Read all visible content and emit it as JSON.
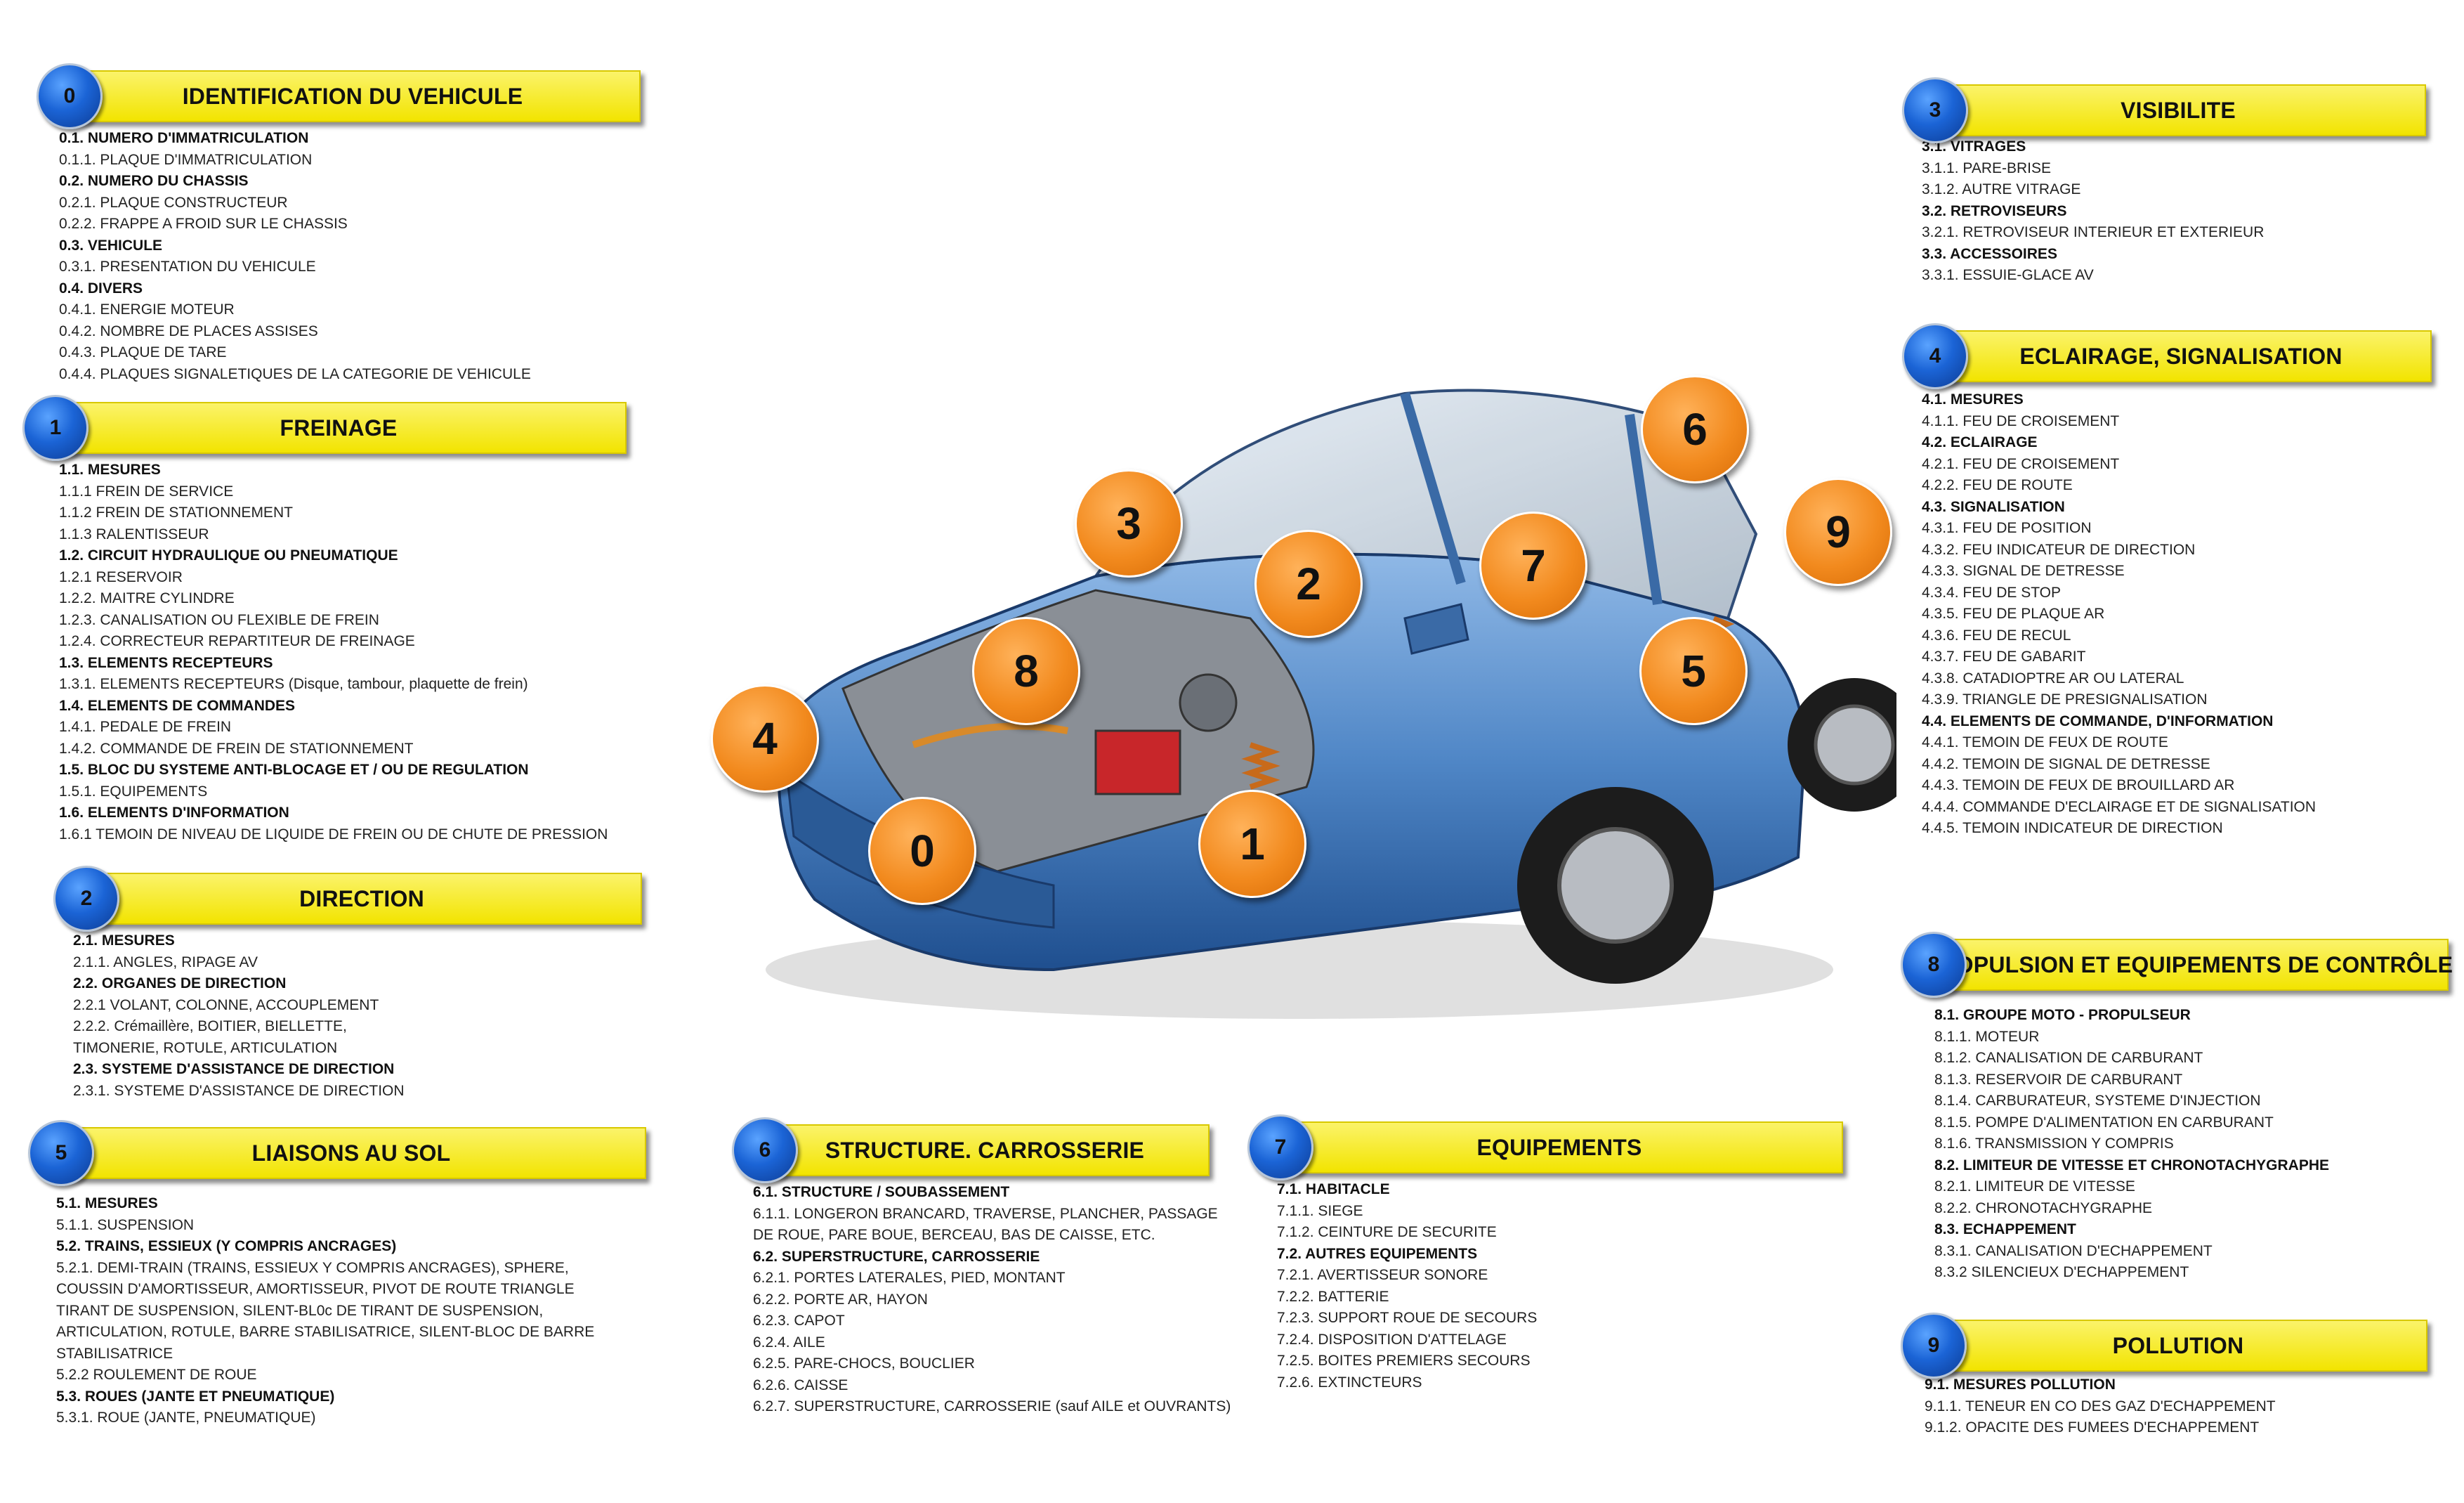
{
  "sections": [
    {
      "num": "0",
      "title": "IDENTIFICATION DU VEHICULE",
      "items": [
        {
          "t": "0.1. NUMERO D'IMMATRICULATION",
          "b": true
        },
        {
          "t": "0.1.1. PLAQUE D'IMMATRICULATION"
        },
        {
          "t": "0.2. NUMERO DU CHASSIS",
          "b": true
        },
        {
          "t": "0.2.1. PLAQUE CONSTRUCTEUR"
        },
        {
          "t": "0.2.2. FRAPPE A FROID SUR LE CHASSIS"
        },
        {
          "t": "0.3. VEHICULE",
          "b": true
        },
        {
          "t": "0.3.1. PRESENTATION DU VEHICULE"
        },
        {
          "t": "0.4. DIVERS",
          "b": true
        },
        {
          "t": "0.4.1. ENERGIE MOTEUR"
        },
        {
          "t": "0.4.2. NOMBRE DE PLACES ASSISES"
        },
        {
          "t": "0.4.3. PLAQUE DE TARE"
        },
        {
          "t": "0.4.4. PLAQUES SIGNALETIQUES DE LA CATEGORIE DE VEHICULE"
        }
      ]
    },
    {
      "num": "1",
      "title": "FREINAGE",
      "items": [
        {
          "t": "1.1. MESURES",
          "b": true
        },
        {
          "t": "1.1.1 FREIN DE SERVICE"
        },
        {
          "t": "1.1.2 FREIN DE STATIONNEMENT"
        },
        {
          "t": "1.1.3 RALENTISSEUR"
        },
        {
          "t": "1.2. CIRCUIT HYDRAULIQUE OU PNEUMATIQUE",
          "b": true
        },
        {
          "t": "1.2.1 RESERVOIR"
        },
        {
          "t": "1.2.2. MAITRE CYLINDRE"
        },
        {
          "t": "1.2.3. CANALISATION OU FLEXIBLE DE FREIN"
        },
        {
          "t": "1.2.4. CORRECTEUR REPARTITEUR DE FREINAGE"
        },
        {
          "t": "1.3. ELEMENTS RECEPTEURS",
          "b": true
        },
        {
          "t": "1.3.1. ELEMENTS RECEPTEURS (Disque, tambour, plaquette de frein)"
        },
        {
          "t": "1.4. ELEMENTS DE COMMANDES",
          "b": true
        },
        {
          "t": "1.4.1. PEDALE DE FREIN"
        },
        {
          "t": "1.4.2. COMMANDE DE FREIN DE STATIONNEMENT"
        },
        {
          "t": "1.5. BLOC DU SYSTEME ANTI-BLOCAGE ET / OU DE REGULATION",
          "b": true
        },
        {
          "t": "1.5.1. EQUIPEMENTS"
        },
        {
          "t": "1.6. ELEMENTS D'INFORMATION",
          "b": true
        },
        {
          "t": "1.6.1 TEMOIN DE NIVEAU DE LIQUIDE DE FREIN OU DE CHUTE DE PRESSION"
        }
      ]
    },
    {
      "num": "2",
      "title": "DIRECTION",
      "items": [
        {
          "t": "2.1. MESURES",
          "b": true
        },
        {
          "t": "2.1.1. ANGLES, RIPAGE AV"
        },
        {
          "t": "2.2. ORGANES DE DIRECTION",
          "b": true
        },
        {
          "t": "2.2.1 VOLANT, COLONNE, ACCOUPLEMENT"
        },
        {
          "t": "2.2.2. Crémaillère, BOITIER, BIELLETTE,"
        },
        {
          "t": "TIMONERIE, ROTULE, ARTICULATION"
        },
        {
          "t": "2.3. SYSTEME D'ASSISTANCE DE DIRECTION",
          "b": true
        },
        {
          "t": "2.3.1. SYSTEME D'ASSISTANCE DE DIRECTION"
        }
      ]
    },
    {
      "num": "5",
      "title": "LIAISONS AU SOL",
      "items": [
        {
          "t": "5.1. MESURES",
          "b": true
        },
        {
          "t": "5.1.1. SUSPENSION"
        },
        {
          "t": "5.2. TRAINS, ESSIEUX (Y COMPRIS ANCRAGES)",
          "b": true
        },
        {
          "t": "5.2.1. DEMI-TRAIN (TRAINS, ESSIEUX Y COMPRIS ANCRAGES), SPHERE,"
        },
        {
          "t": "COUSSIN D'AMORTISSEUR, AMORTISSEUR, PIVOT DE ROUTE TRIANGLE"
        },
        {
          "t": "TIRANT DE SUSPENSION, SILENT-BL0c DE TIRANT DE SUSPENSION,"
        },
        {
          "t": "ARTICULATION, ROTULE, BARRE STABILISATRICE, SILENT-BLOC DE BARRE"
        },
        {
          "t": "STABILISATRICE"
        },
        {
          "t": "5.2.2 ROULEMENT DE ROUE"
        },
        {
          "t": "5.3. ROUES (JANTE ET PNEUMATIQUE)",
          "b": true
        },
        {
          "t": "5.3.1. ROUE (JANTE, PNEUMATIQUE)"
        }
      ]
    },
    {
      "num": "6",
      "title": "STRUCTURE. CARROSSERIE",
      "items": [
        {
          "t": "6.1. STRUCTURE / SOUBASSEMENT",
          "b": true
        },
        {
          "t": "6.1.1. LONGERON BRANCARD, TRAVERSE, PLANCHER, PASSAGE"
        },
        {
          "t": "DE ROUE, PARE BOUE, BERCEAU, BAS DE CAISSE, ETC."
        },
        {
          "t": "6.2. SUPERSTRUCTURE, CARROSSERIE",
          "b": true
        },
        {
          "t": "6.2.1. PORTES LATERALES, PIED, MONTANT"
        },
        {
          "t": "6.2.2. PORTE AR, HAYON"
        },
        {
          "t": "6.2.3. CAPOT"
        },
        {
          "t": "6.2.4. AILE"
        },
        {
          "t": "6.2.5. PARE-CHOCS, BOUCLIER"
        },
        {
          "t": "6.2.6. CAISSE"
        },
        {
          "t": "6.2.7. SUPERSTRUCTURE, CARROSSERIE (sauf AILE et OUVRANTS)"
        }
      ]
    },
    {
      "num": "7",
      "title": "EQUIPEMENTS",
      "items": [
        {
          "t": "7.1. HABITACLE",
          "b": true
        },
        {
          "t": "7.1.1. SIEGE"
        },
        {
          "t": "7.1.2. CEINTURE DE SECURITE"
        },
        {
          "t": " 7.2. AUTRES EQUIPEMENTS",
          "b": true
        },
        {
          "t": "7.2.1. AVERTISSEUR SONORE"
        },
        {
          "t": "7.2.2. BATTERIE"
        },
        {
          "t": "7.2.3. SUPPORT ROUE DE SECOURS"
        },
        {
          "t": "7.2.4. DISPOSITION D'ATTELAGE"
        },
        {
          "t": "7.2.5. BOITES PREMIERS SECOURS"
        },
        {
          "t": "7.2.6. EXTINCTEURS"
        }
      ]
    },
    {
      "num": "3",
      "title": "VISIBILITE",
      "items": [
        {
          "t": "3.1. VITRAGES",
          "b": true
        },
        {
          "t": "3.1.1. PARE-BRISE"
        },
        {
          "t": "3.1.2. AUTRE VITRAGE"
        },
        {
          "t": "3.2. RETROVISEURS",
          "b": true
        },
        {
          "t": "3.2.1. RETROVISEUR INTERIEUR ET EXTERIEUR"
        },
        {
          "t": "3.3. ACCESSOIRES",
          "b": true
        },
        {
          "t": "3.3.1. ESSUIE-GLACE AV"
        }
      ]
    },
    {
      "num": "4",
      "title": "ECLAIRAGE, SIGNALISATION",
      "items": [
        {
          "t": "4.1. MESURES",
          "b": true
        },
        {
          "t": "4.1.1. FEU DE CROISEMENT"
        },
        {
          "t": "4.2. ECLAIRAGE",
          "b": true
        },
        {
          "t": "4.2.1. FEU DE CROISEMENT"
        },
        {
          "t": "4.2.2. FEU DE ROUTE"
        },
        {
          "t": "4.3. SIGNALISATION",
          "b": true
        },
        {
          "t": "4.3.1. FEU DE POSITION"
        },
        {
          "t": "4.3.2. FEU INDICATEUR DE DIRECTION"
        },
        {
          "t": "4.3.3. SIGNAL DE DETRESSE"
        },
        {
          "t": "4.3.4. FEU DE STOP"
        },
        {
          "t": "4.3.5. FEU DE PLAQUE AR"
        },
        {
          "t": "4.3.6. FEU DE RECUL"
        },
        {
          "t": "4.3.7. FEU DE GABARIT"
        },
        {
          "t": "4.3.8. CATADIOPTRE AR OU LATERAL"
        },
        {
          "t": "4.3.9. TRIANGLE DE PRESIGNALISATION"
        },
        {
          "t": "4.4. ELEMENTS DE COMMANDE, D'INFORMATION",
          "b": true
        },
        {
          "t": "4.4.1. TEMOIN DE FEUX DE ROUTE"
        },
        {
          "t": "4.4.2. TEMOIN DE SIGNAL DE DETRESSE"
        },
        {
          "t": "4.4.3. TEMOIN DE FEUX DE BROUILLARD AR"
        },
        {
          "t": "4.4.4. COMMANDE D'ECLAIRAGE ET DE SIGNALISATION"
        },
        {
          "t": "4.4.5. TEMOIN INDICATEUR DE DIRECTION"
        }
      ]
    },
    {
      "num": "8",
      "title": "PROPULSION ET EQUIPEMENTS DE CONTRÔLE",
      "items": [
        {
          "t": "8.1. GROUPE MOTO - PROPULSEUR",
          "b": true
        },
        {
          "t": "8.1.1. MOTEUR"
        },
        {
          "t": "8.1.2. CANALISATION DE CARBURANT"
        },
        {
          "t": "8.1.3. RESERVOIR DE CARBURANT"
        },
        {
          "t": "8.1.4. CARBURATEUR, SYSTEME D'INJECTION"
        },
        {
          "t": "8.1.5. POMPE D'ALIMENTATION EN CARBURANT"
        },
        {
          "t": "8.1.6. TRANSMISSION Y COMPRIS"
        },
        {
          "t": "8.2. LIMITEUR DE VITESSE ET CHRONOTACHYGRAPHE",
          "b": true
        },
        {
          "t": "8.2.1. LIMITEUR DE VITESSE"
        },
        {
          "t": "8.2.2. CHRONOTACHYGRAPHE"
        },
        {
          "t": "8.3. ECHAPPEMENT",
          "b": true
        },
        {
          "t": "8.3.1. CANALISATION D'ECHAPPEMENT"
        },
        {
          "t": "8.3.2 SILENCIEUX D'ECHAPPEMENT"
        }
      ]
    },
    {
      "num": "9",
      "title": "POLLUTION",
      "items": [
        {
          "t": "9.1. MESURES POLLUTION",
          "b": true
        },
        {
          "t": "9.1.1. TENEUR EN CO DES GAZ D'ECHAPPEMENT"
        },
        {
          "t": "9.1.2. OPACITE DES FUMEES D'ECHAPPEMENT"
        }
      ]
    }
  ],
  "car_markers": [
    "0",
    "1",
    "2",
    "3",
    "4",
    "5",
    "6",
    "7",
    "8",
    "9"
  ],
  "colors": {
    "banner": "#f5e800",
    "badge": "#1b64d6",
    "marker": "#f28a1e",
    "car_body": "#4f86c6"
  }
}
